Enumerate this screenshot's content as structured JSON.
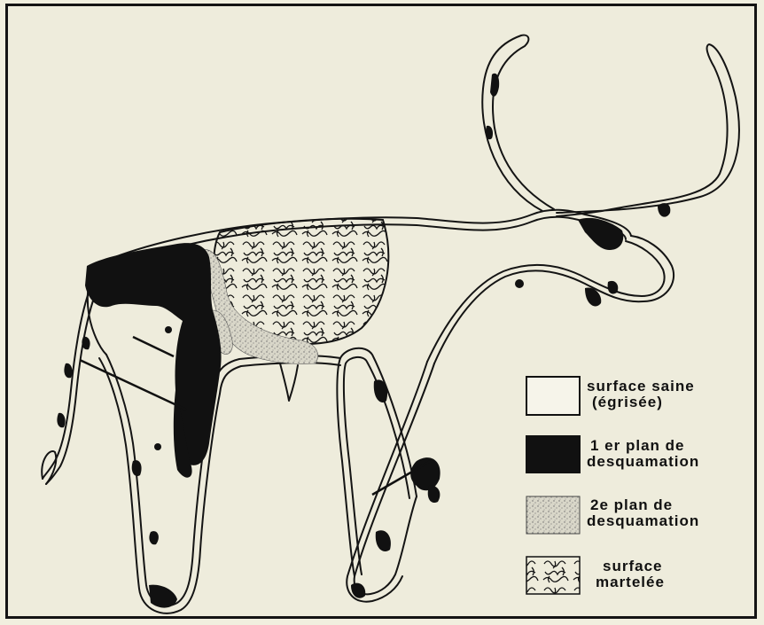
{
  "figure": {
    "subject": "bull rock engraving map"
  },
  "legend": [
    {
      "key": "sound",
      "line1": "surface saine",
      "line2": "(égrisée)",
      "pattern": "blank"
    },
    {
      "key": "first",
      "line1": "1 er plan de",
      "line2": "desquamation",
      "pattern": "solid-black"
    },
    {
      "key": "second",
      "line1": "2e plan de",
      "line2": "desquamation",
      "pattern": "stipple"
    },
    {
      "key": "hammered",
      "line1": "surface",
      "line2": "martelée",
      "pattern": "squiggle"
    }
  ],
  "colors": {
    "background": "#eeecdc",
    "ink": "#111111",
    "stipple_fill": "#d9d7c9"
  }
}
